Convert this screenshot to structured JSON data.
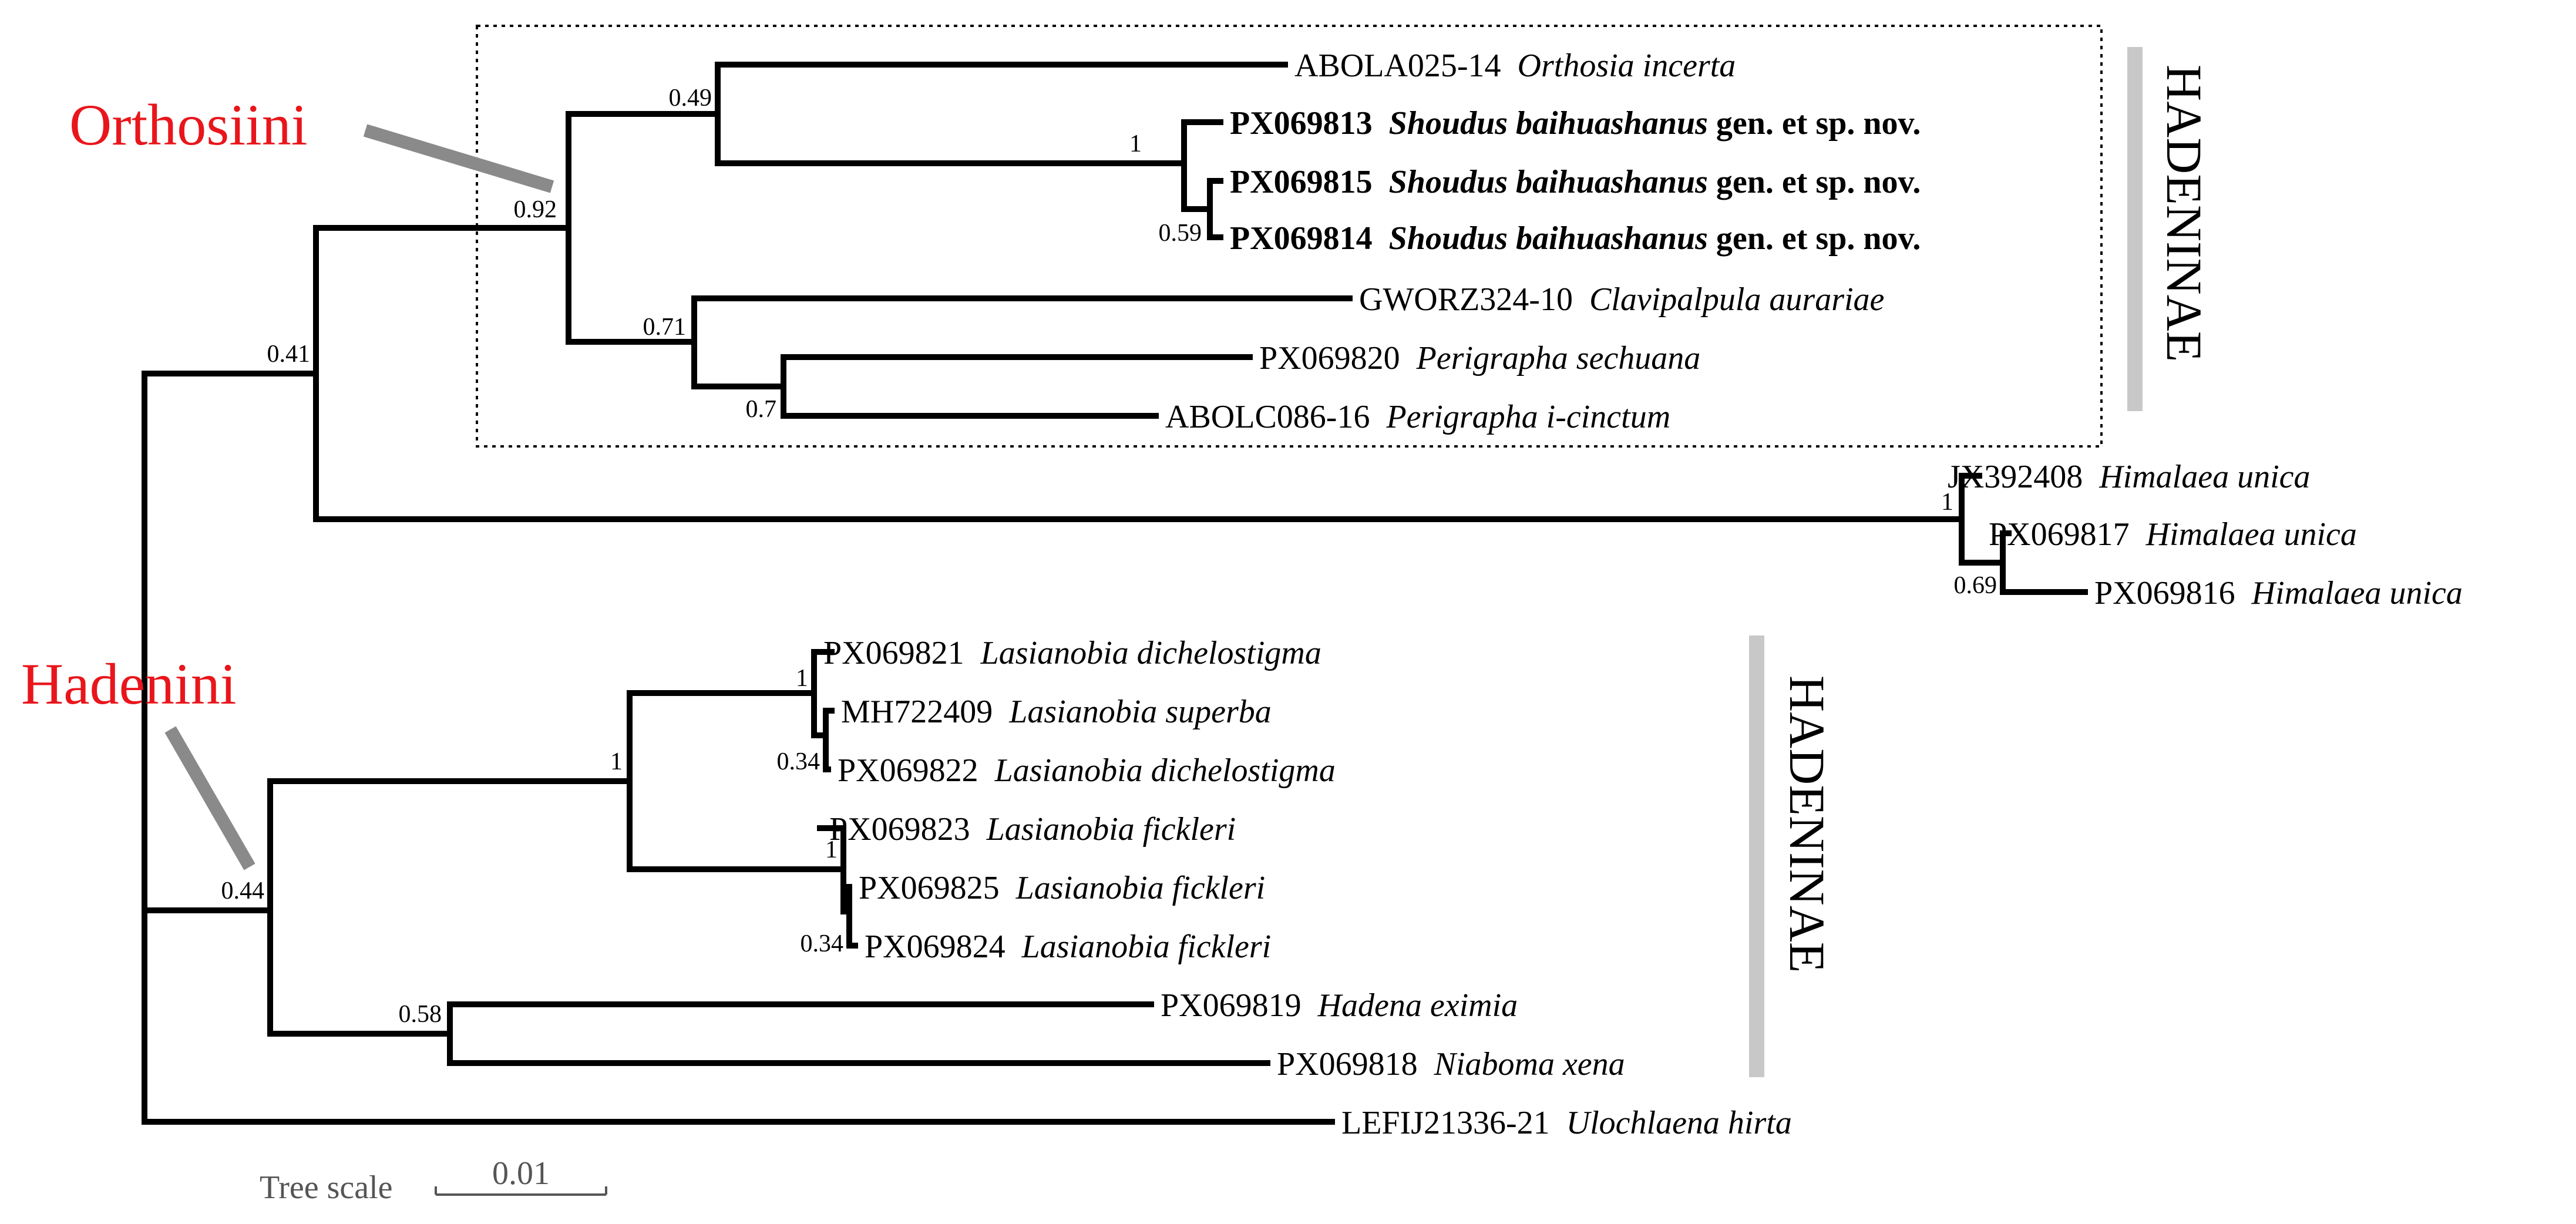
{
  "colors": {
    "branch": "#000000",
    "tribe_label": "#e8161c",
    "arrow": "#8a8a8a",
    "subfamily_bar": "#c8c8c8",
    "box_border": "#000000"
  },
  "tree": {
    "leaves": [
      {
        "id": "ABOLA025-14",
        "species": "Orthosia incerta",
        "bold": false
      },
      {
        "id": "PX069813",
        "species": "Shoudus baihuashanus",
        "suffix": " gen. et sp. nov.",
        "bold": true
      },
      {
        "id": "PX069815",
        "species": "Shoudus baihuashanus",
        "suffix": " gen. et sp. nov.",
        "bold": true
      },
      {
        "id": "PX069814",
        "species": "Shoudus baihuashanus",
        "suffix": " gen. et sp. nov.",
        "bold": true
      },
      {
        "id": "GWORZ324-10",
        "species": "Clavipalpula aurariae",
        "bold": false
      },
      {
        "id": "PX069820",
        "species": "Perigrapha sechuana",
        "bold": false
      },
      {
        "id": "ABOLC086-16",
        "species": "Perigrapha i-cinctum",
        "bold": false
      },
      {
        "id": "JX392408",
        "species": "Himalaea unica",
        "bold": false
      },
      {
        "id": "PX069817",
        "species": "Himalaea unica",
        "bold": false
      },
      {
        "id": "PX069816",
        "species": "Himalaea unica",
        "bold": false
      },
      {
        "id": "PX069821",
        "species": "Lasianobia dichelostigma",
        "bold": false
      },
      {
        "id": "MH722409",
        "species": "Lasianobia superba",
        "bold": false
      },
      {
        "id": "PX069822",
        "species": "Lasianobia dichelostigma",
        "bold": false
      },
      {
        "id": "PX069823",
        "species": "Lasianobia fickleri",
        "bold": false
      },
      {
        "id": "PX069825",
        "species": "Lasianobia fickleri",
        "bold": false
      },
      {
        "id": "PX069824",
        "species": "Lasianobia fickleri",
        "bold": false
      },
      {
        "id": "PX069819",
        "species": "Hadena eximia",
        "bold": false
      },
      {
        "id": "PX069818",
        "species": "Niaboma xena",
        "bold": false
      },
      {
        "id": "LEFIJ21336-21",
        "species": "Ulochlaena hirta",
        "bold": false
      }
    ],
    "support_values": [
      "0.49",
      "1",
      "0.59",
      "0.92",
      "0.71",
      "0.7",
      "0.41",
      "1",
      "0.69",
      "1",
      "0.34",
      "1",
      "0.34",
      "1",
      "0.58",
      "0.44"
    ]
  },
  "labels": {
    "tribe_top": "Orthosiini",
    "tribe_bottom": "Hadenini",
    "subfamily_top": "HADENINAE",
    "subfamily_bottom": "HADENINAE"
  },
  "scale": {
    "caption": "Tree scale",
    "value": "0.01"
  }
}
